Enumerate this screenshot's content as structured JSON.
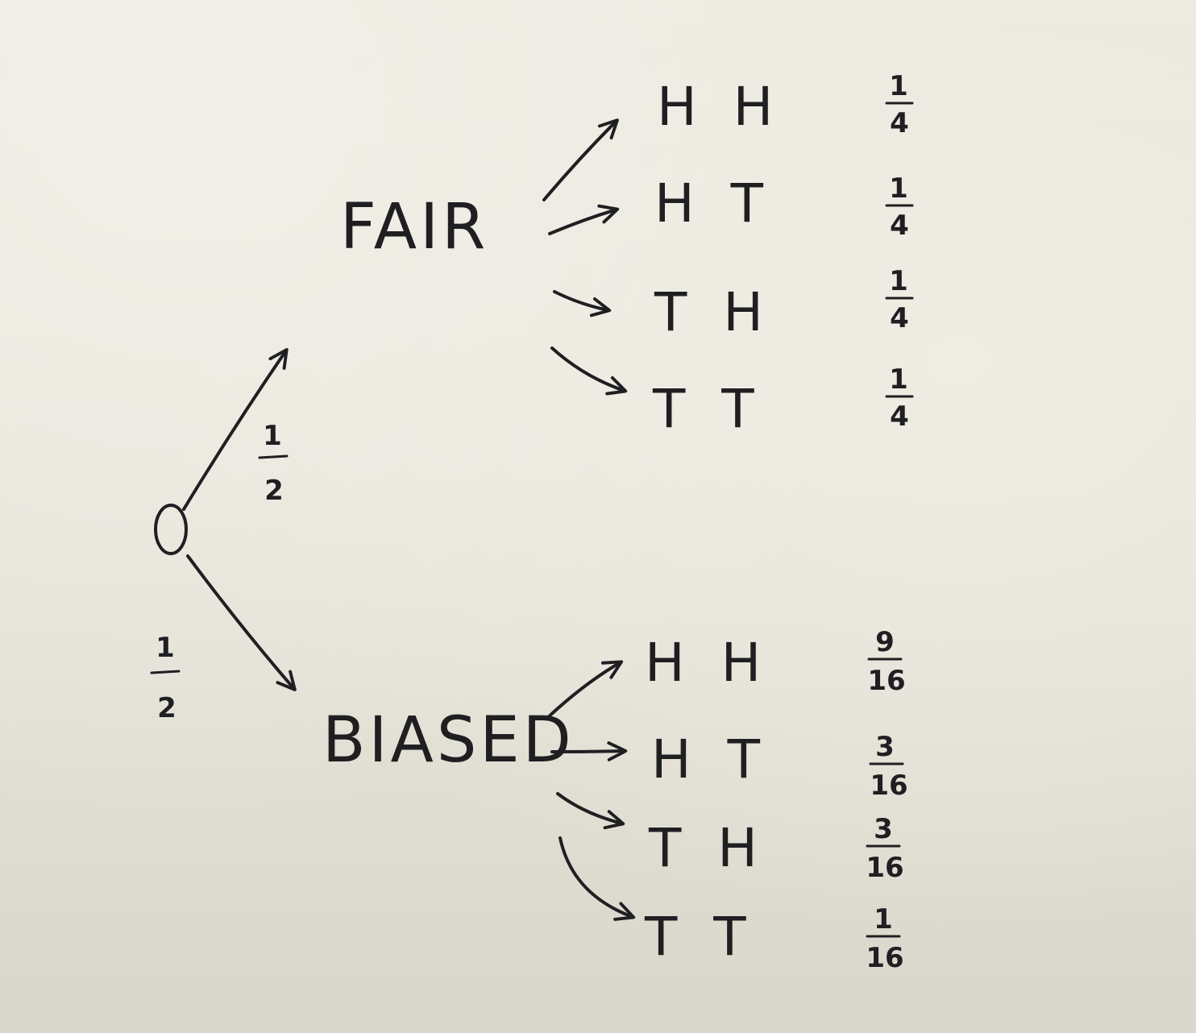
{
  "diagram": {
    "root_prob_fair": {
      "num": "1",
      "den": "2"
    },
    "root_prob_biased": {
      "num": "1",
      "den": "2"
    },
    "fair": {
      "label": "FAIR",
      "outcomes": [
        {
          "outcome": "H H",
          "num": "1",
          "den": "4"
        },
        {
          "outcome": "H T",
          "num": "1",
          "den": "4"
        },
        {
          "outcome": "T H",
          "num": "1",
          "den": "4"
        },
        {
          "outcome": "T T",
          "num": "1",
          "den": "4"
        }
      ]
    },
    "biased": {
      "label": "BIASED",
      "outcomes": [
        {
          "outcome": "H H",
          "num": "9",
          "den": "16"
        },
        {
          "outcome": "H T",
          "num": "3",
          "den": "16"
        },
        {
          "outcome": "T H",
          "num": "3",
          "den": "16"
        },
        {
          "outcome": "T T",
          "num": "1",
          "den": "16"
        }
      ]
    }
  }
}
